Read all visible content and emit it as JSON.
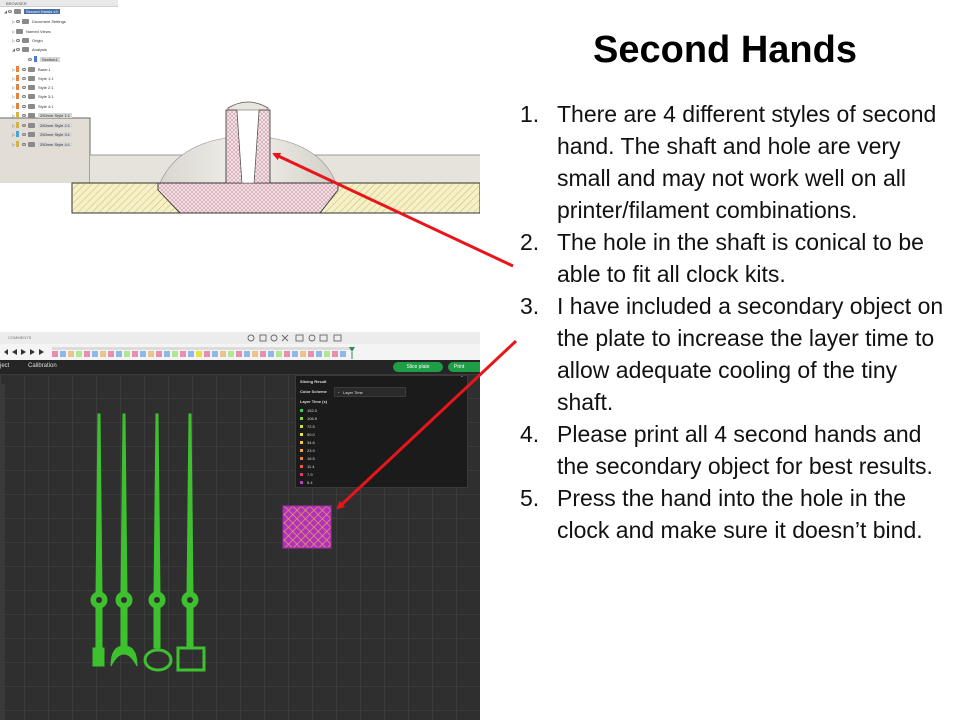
{
  "slide": {
    "title": "Second Hands",
    "items": [
      {
        "number": "1.",
        "text": "There are 4 different styles of second hand. The shaft and hole are very small and may not work well on all printer/filament combinations."
      },
      {
        "number": "2.",
        "text": "The hole in the shaft is conical to be able to fit all clock kits."
      },
      {
        "number": "3.",
        "text": "I have included a secondary object on the plate to increase the layer time to allow adequate cooling of the tiny shaft."
      },
      {
        "number": "4.",
        "text": "Please print all 4 second hands and the secondary object for best results."
      },
      {
        "number": "5.",
        "text": "Press the hand into the hole in the clock and make sure it doesn’t bind."
      }
    ],
    "arrow_color": "#e8151b"
  },
  "cad": {
    "browser_title": "BROWSER",
    "tree": [
      {
        "label": "Second Hands v3",
        "highlight": true
      },
      {
        "label": "Document Settings"
      },
      {
        "label": "Named Views"
      },
      {
        "label": "Origin"
      },
      {
        "label": "Analysis"
      },
      {
        "label": "Section1",
        "selected": true
      },
      {
        "label": "Base:1",
        "color": "#e8823a"
      },
      {
        "label": "Style 1:1",
        "color": "#e8823a"
      },
      {
        "label": "Style 2:1",
        "color": "#e8823a"
      },
      {
        "label": "Style 3:1",
        "color": "#e8823a"
      },
      {
        "label": "Style 4:1",
        "color": "#e8823a"
      },
      {
        "label": "250mm Style 1:1",
        "color": "#d4b24a"
      },
      {
        "label": "250mm Style 2:1",
        "color": "#d4b24a"
      },
      {
        "label": "250mm Style 3:1",
        "color": "#4aa3d4"
      },
      {
        "label": "250mm Style 4:1",
        "color": "#d4b24a"
      }
    ]
  },
  "slicer": {
    "comments_label": "COMMENTS",
    "tab_object": "ject",
    "tab_calibration": "Calibration",
    "slice_label": "Slice plate",
    "print_label": "Print",
    "panel": {
      "title": "Slicing Result",
      "scheme_label": "Color Scheme",
      "scheme_value": "Layer Time",
      "legend_title": "Layer Time (s)",
      "legend": [
        {
          "value": "152.0",
          "color": "#3bd14a"
        },
        {
          "value": "106.9",
          "color": "#7fd93a"
        },
        {
          "value": "72.5",
          "color": "#c6e23a"
        },
        {
          "value": "50.0",
          "color": "#e8e23a"
        },
        {
          "value": "34.6",
          "color": "#f0c63a"
        },
        {
          "value": "23.9",
          "color": "#f0a63a"
        },
        {
          "value": "16.5",
          "color": "#f0803a"
        },
        {
          "value": "11.4",
          "color": "#ee5a3a"
        },
        {
          "value": "7.9",
          "color": "#e83a6a"
        },
        {
          "value": "5.4",
          "color": "#c23ad0"
        }
      ]
    },
    "hand_color": "#3ec12f",
    "cube_color": "#b42fc0"
  }
}
